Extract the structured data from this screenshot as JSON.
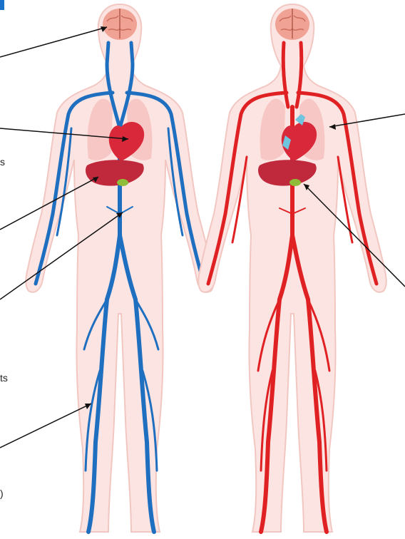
{
  "colors": {
    "vein": "#1f6fc0",
    "artery": "#e02124",
    "body_fill": "#fbe4e1",
    "body_outline": "#f2c7c2",
    "brain": "#f0a294",
    "heart": "#d8283a",
    "liver": "#c0283c",
    "gallbladder": "#8fbd3a",
    "lung": "#f6c3c2",
    "leader_line": "#111111",
    "title_accent": "#1a73c9"
  },
  "figures": [
    {
      "name": "venous-system",
      "vessel": "vein"
    },
    {
      "name": "arterial-system",
      "vessel": "artery"
    }
  ],
  "label_fragments": [
    "s",
    "ts",
    ")"
  ],
  "icons": [
    "brain-icon",
    "heart-icon",
    "liver-icon",
    "lungs-icon"
  ]
}
